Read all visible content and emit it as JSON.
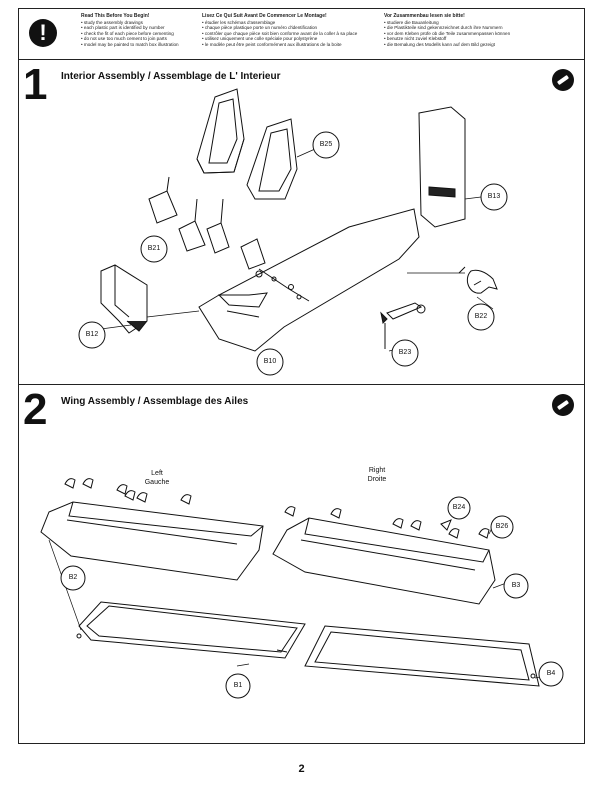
{
  "notice": {
    "en": {
      "heading": "Read This Before You Begin!",
      "lines": [
        "• study the assembly drawings",
        "• each plastic part is identified by number",
        "• check the fit of each piece before cementing",
        "• do not use too much cement to join parts",
        "• model may be painted to match box illustration"
      ]
    },
    "fr": {
      "heading": "Lisez Ce Qui Suit Avant De Commencer Le Montage!",
      "lines": [
        "• étudier les schémas d'assemblage",
        "• chaque pièce plastique porte un numéro d'identification",
        "• contrôler que chaque pièce soit bien conforme avant de la coller à sa place",
        "• utilisez uniquement une colle spéciale pour polystyrène",
        "• le modèle peut être peint conformément aux illustrations de la boite"
      ]
    },
    "de": {
      "heading": "Vor Zusammenbau lesen sie bitte!",
      "lines": [
        "• studiere die Bauanleitung",
        "• die Plastikteile sind gekennzeichnet durch ihre Nummern",
        "• vor dem Kleben prüfe ob die Teile zusammenpassen können",
        "• benutze nicht zuviel Klebstoff",
        "• die Bemalung des Modells kann auf dem Bild gezeigt"
      ]
    }
  },
  "step1": {
    "number": "1",
    "title": "Interior Assembly / Assemblage de L' Interieur",
    "parts": {
      "b25": "B25",
      "b13": "B13",
      "b21": "B21",
      "b12": "B12",
      "b22": "B22",
      "b23": "B23",
      "b10": "B10"
    }
  },
  "step2": {
    "number": "2",
    "title": "Wing Assembly / Assemblage des Ailes",
    "left_label": "Left",
    "left_label_fr": "Gauche",
    "right_label": "Right",
    "right_label_fr": "Droite",
    "parts": {
      "b2": "B2",
      "b3": "B3",
      "b1": "B1",
      "b4": "B4",
      "b24": "B24",
      "b26": "B26"
    }
  },
  "page_number": "2"
}
